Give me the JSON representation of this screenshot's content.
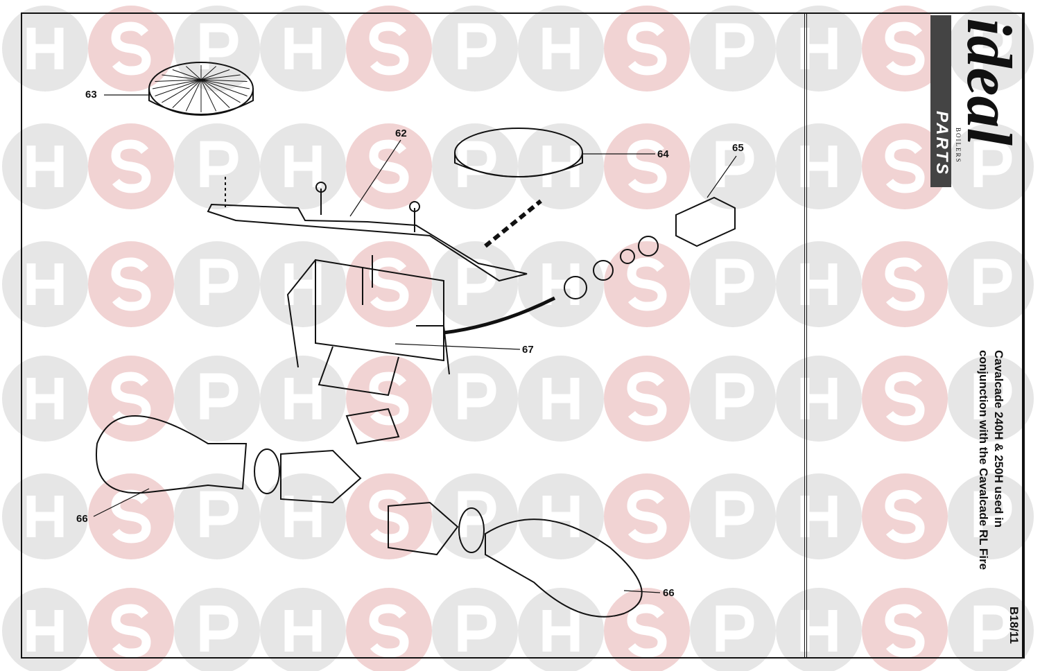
{
  "watermark": {
    "letters": [
      "H",
      "S",
      "P"
    ],
    "colors": {
      "H": "#e6e6e6",
      "S": "#f1d3d3",
      "P": "#e6e6e6"
    }
  },
  "logo": {
    "brand": "ideal",
    "sub": "BOILERS",
    "parts": "PARTS"
  },
  "title": {
    "line1": "Cavalcade 240H & 250H used in",
    "line2": "conjunction with the Cavalcade RL Fire",
    "code": "B18/11"
  },
  "parts": [
    {
      "id": "63",
      "label": "63"
    },
    {
      "id": "62",
      "label": "62"
    },
    {
      "id": "64",
      "label": "64"
    },
    {
      "id": "65",
      "label": "65"
    },
    {
      "id": "67",
      "label": "67"
    },
    {
      "id": "66a",
      "label": "66"
    },
    {
      "id": "66b",
      "label": "66"
    }
  ]
}
